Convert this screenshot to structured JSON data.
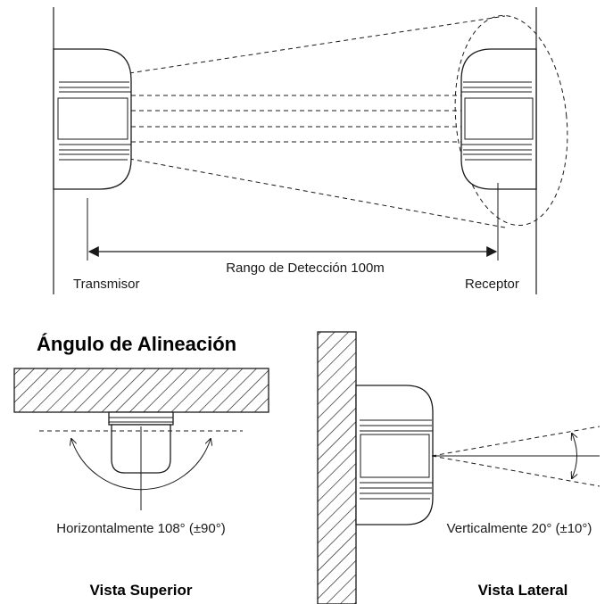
{
  "top_diagram": {
    "transmitter_label": "Transmisor",
    "receiver_label": "Receptor",
    "range_label": "Rango de Detección 100m"
  },
  "alignment": {
    "heading": "Ángulo de Alineación",
    "top_view": {
      "angle_label": "Horizontalmente 108° (±90°)",
      "caption": "Vista Superior"
    },
    "side_view": {
      "angle_label": "Verticalmente 20° (±10°)",
      "caption": "Vista Lateral"
    }
  }
}
